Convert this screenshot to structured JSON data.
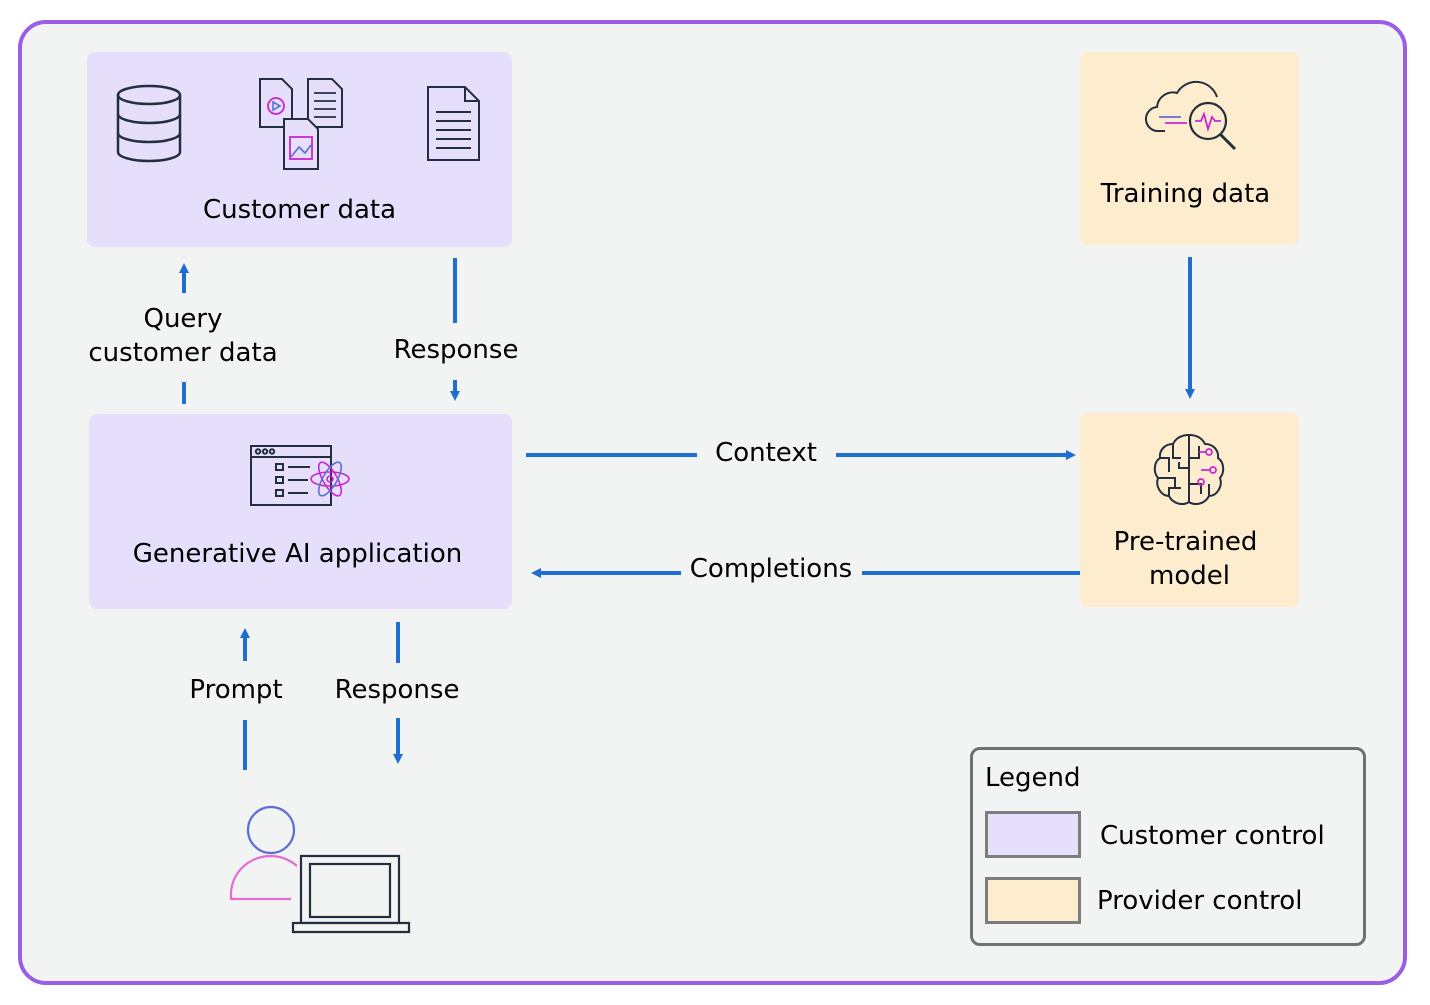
{
  "nodes": {
    "customer_data": {
      "label": "Customer data"
    },
    "training_data": {
      "label": "Training data"
    },
    "gen_ai_app": {
      "label": "Generative AI application"
    },
    "pretrained_model": {
      "line1": "Pre-trained",
      "line2": "model"
    }
  },
  "edges": {
    "query": {
      "line1": "Query",
      "line2": "customer data"
    },
    "response_top": "Response",
    "context": "Context",
    "completions": "Completions",
    "prompt": "Prompt",
    "response_bottom": "Response"
  },
  "legend": {
    "title": "Legend",
    "items": [
      {
        "label": "Customer control",
        "color": "#e5dffb"
      },
      {
        "label": "Provider control",
        "color": "#fdedce"
      }
    ]
  },
  "colors": {
    "frame": "#9b5de5",
    "arrow": "#1f6fd1",
    "customer_fill": "#e5dffb",
    "provider_fill": "#fdedce",
    "icon_stroke": "#232f3e",
    "icon_accent": "#c925d1"
  },
  "icons": [
    "database-icon",
    "documents-icon",
    "document-icon",
    "cloud-search-icon",
    "app-window-icon",
    "brain-icon",
    "user-icon",
    "laptop-icon"
  ]
}
